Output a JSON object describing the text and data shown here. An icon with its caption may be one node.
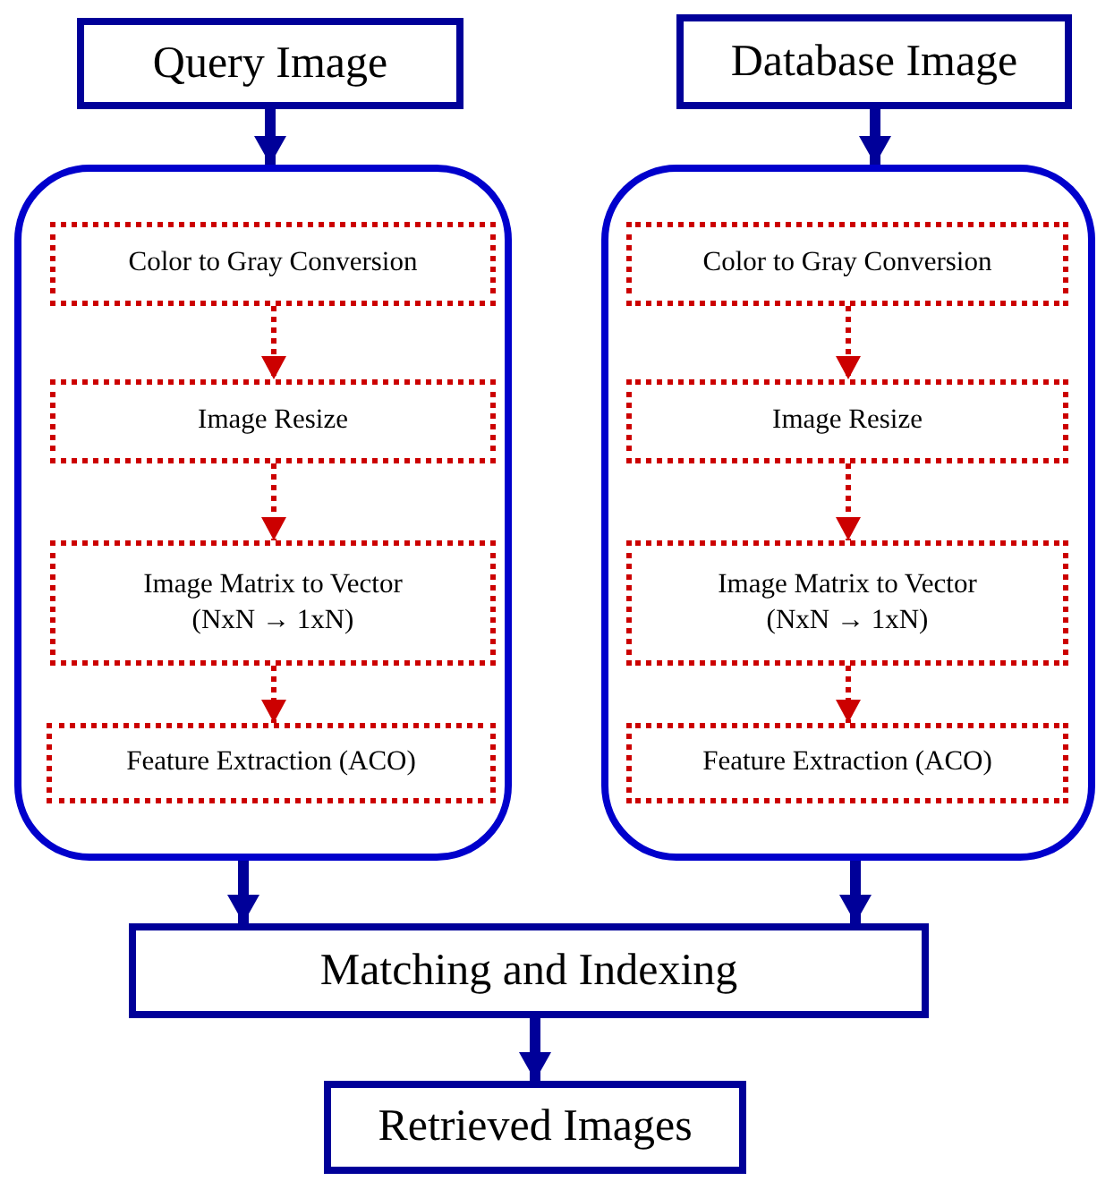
{
  "diagram": {
    "nodes": [
      {
        "text": [
          "Query Image"
        ]
      },
      {
        "text": [],
        "shape": "box"
      },
      {
        "text": [
          "Color to Gray Conversion"
        ],
        "in": 1
      },
      {
        "text": [
          "Image Resize"
        ],
        "in": 1
      },
      {
        "text": [
          "Image Matrix to Vector (NxN → 1xN)"
        ],
        "in": 1
      },
      {
        "text": [
          "Feature Extraction (ACO)"
        ],
        "in": 1
      },
      {
        "text": [
          "Database Image"
        ]
      },
      {
        "text": [],
        "shape": "box"
      },
      {
        "text": [
          "Color to Gray Conversion"
        ],
        "in": 7
      },
      {
        "text": [
          "Image Resize"
        ],
        "in": 7
      },
      {
        "text": [
          "Image Matrix to Vector (NxN → 1xN)"
        ],
        "in": 7
      },
      {
        "text": [
          "Feature Extraction (ACO)"
        ],
        "in": 7
      },
      {
        "text": [
          "Matching and Indexing"
        ]
      },
      {
        "text": [
          "Retrieved Images"
        ]
      }
    ],
    "edges": [
      {
        "from": 0,
        "to": 1,
        "arrow": "to",
        "style": "thick",
        "color": "#000099"
      },
      {
        "from": 2,
        "to": 3,
        "arrow": "to",
        "style": "dashed",
        "color": "#cc0000"
      },
      {
        "from": 3,
        "to": 4,
        "arrow": "to",
        "style": "dashed",
        "color": "#cc0000"
      },
      {
        "from": 4,
        "to": 5,
        "arrow": "to",
        "style": "dashed",
        "color": "#cc0000"
      },
      {
        "from": 6,
        "to": 7,
        "arrow": "to",
        "style": "thick",
        "color": "#000099"
      },
      {
        "from": 8,
        "to": 9,
        "arrow": "to",
        "style": "dashed",
        "color": "#cc0000"
      },
      {
        "from": 9,
        "to": 10,
        "arrow": "to",
        "style": "dashed",
        "color": "#cc0000"
      },
      {
        "from": 10,
        "to": 11,
        "arrow": "to",
        "style": "dashed",
        "color": "#cc0000"
      },
      {
        "from": 1,
        "to": 12,
        "arrow": "to",
        "style": "thick",
        "color": "#000099"
      },
      {
        "from": 7,
        "to": 12,
        "arrow": "to",
        "style": "thick",
        "color": "#000099"
      },
      {
        "from": 12,
        "to": 13,
        "arrow": "to",
        "style": "thick",
        "color": "#000099"
      }
    ]
  }
}
